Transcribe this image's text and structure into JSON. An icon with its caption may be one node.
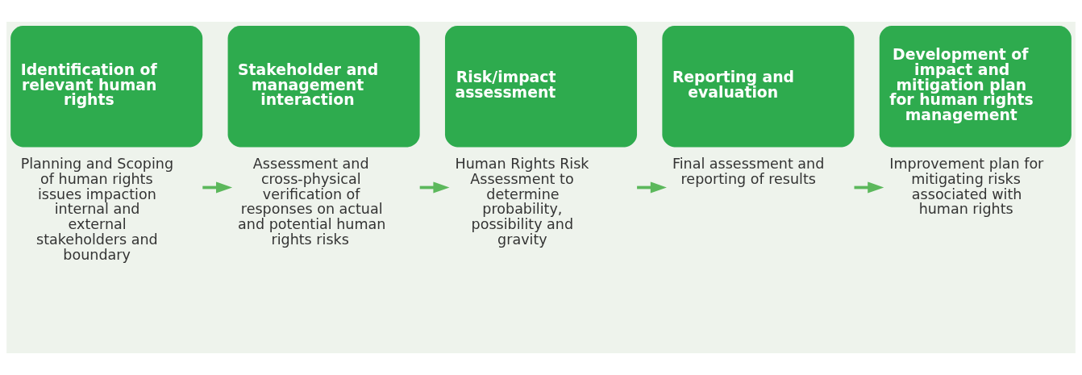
{
  "diagram": {
    "nodes": [
      {
        "text": [
          "Identification of relevant human rights"
        ],
        "beside": [
          "Planning and Scoping of human rights issues impaction internal and external stakeholders and boundary"
        ]
      },
      {
        "text": [
          "Stakeholder and management interaction"
        ],
        "beside": [
          "Assessment and cross-physical verification of responses on actual and potential human rights risks"
        ]
      },
      {
        "text": [
          "Risk/impact assessment"
        ],
        "beside": [
          "Human Rights Risk Assessment to determine probability, possibility and gravity"
        ]
      },
      {
        "text": [
          "Reporting and evaluation"
        ],
        "beside": [
          "Final assessment and reporting of results"
        ]
      },
      {
        "text": [
          "Development of impact and mitigation plan for human rights management"
        ],
        "beside": [
          "Improvement plan for mitigating risks associated with human rights"
        ]
      }
    ],
    "edges": [
      {
        "from": 0,
        "to": 1,
        "arrow": "to"
      },
      {
        "from": 1,
        "to": 2,
        "arrow": "to"
      },
      {
        "from": 2,
        "to": 3,
        "arrow": "to"
      },
      {
        "from": 3,
        "to": 4,
        "arrow": "to"
      }
    ]
  }
}
